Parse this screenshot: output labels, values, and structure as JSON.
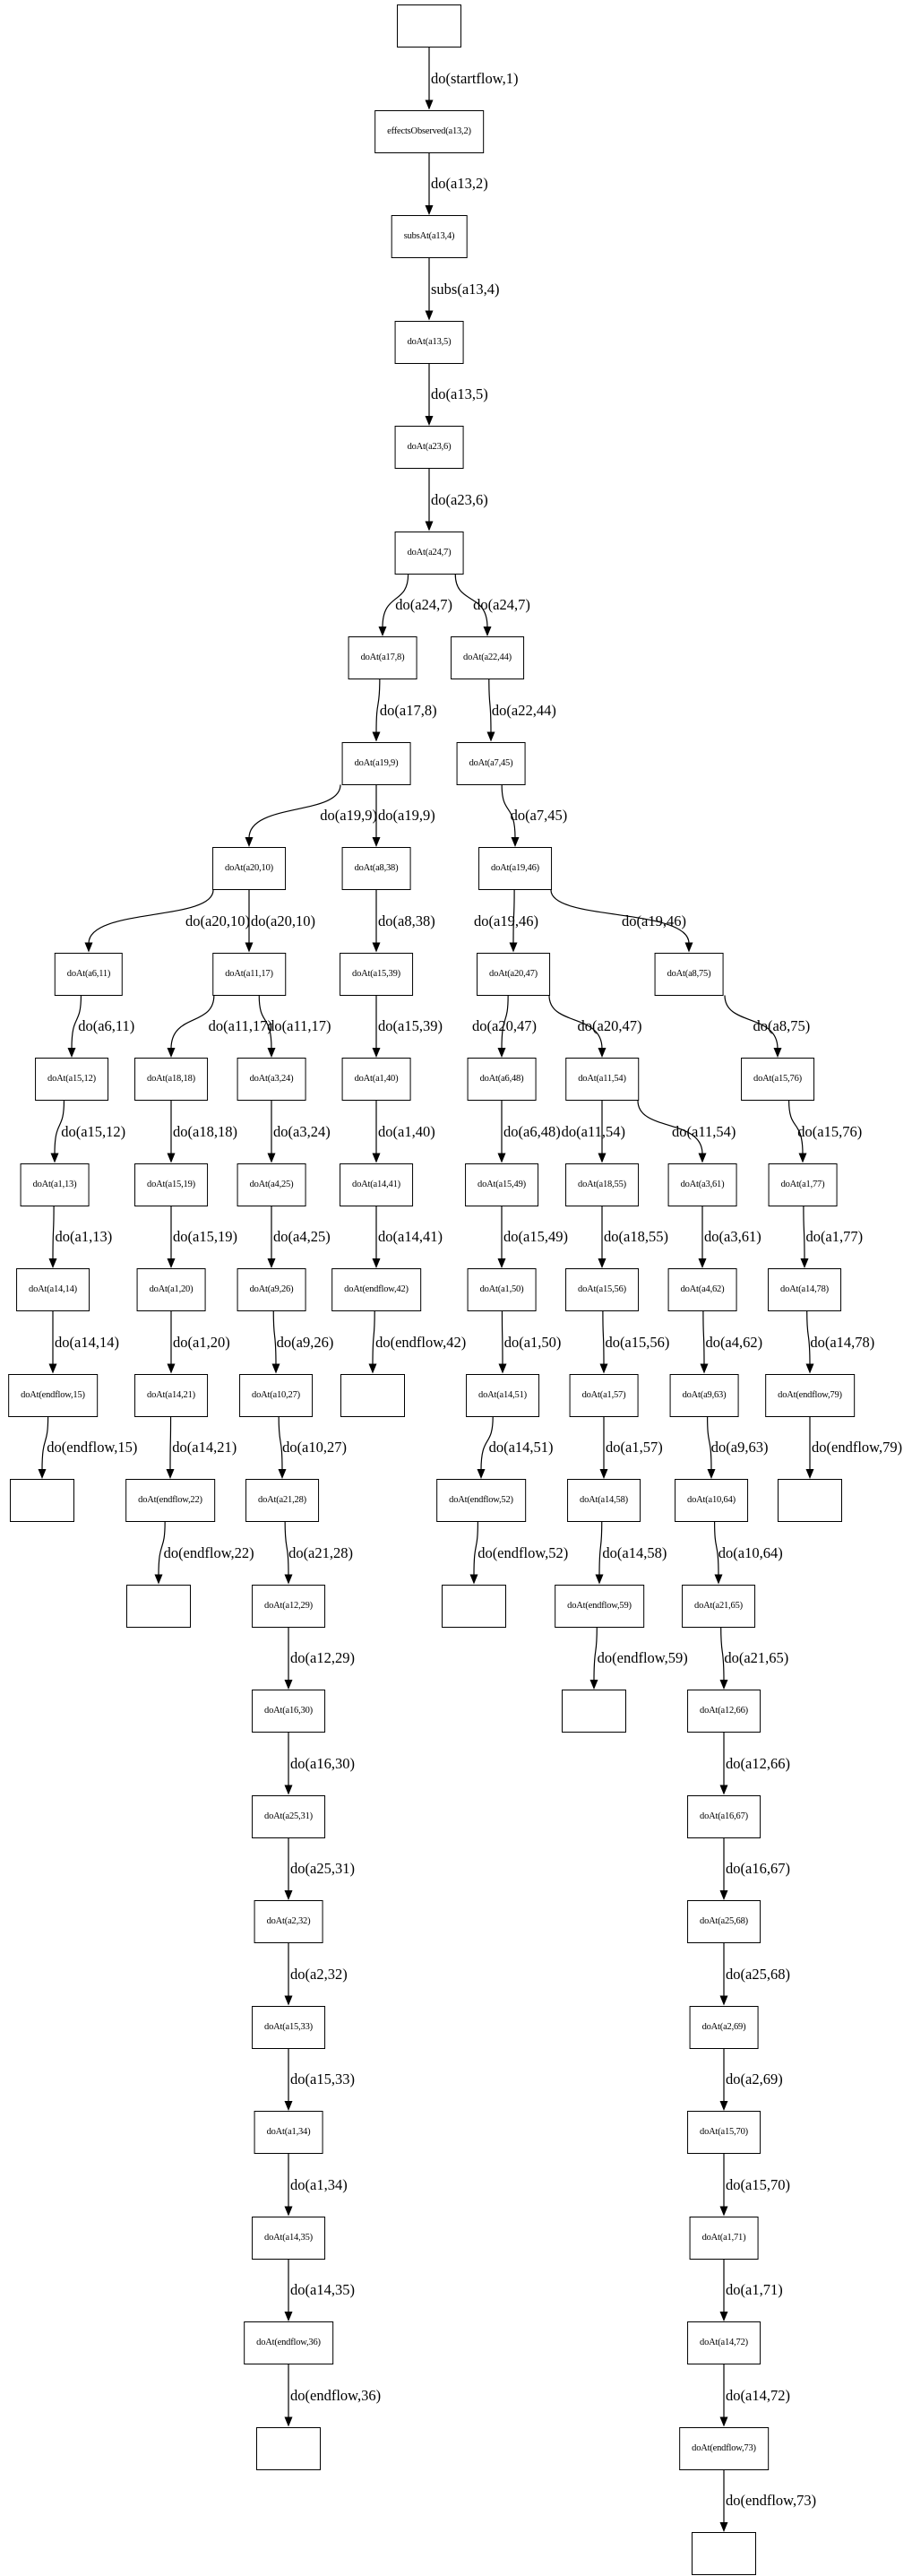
{
  "colors": {
    "stroke": "#000000",
    "background": "#ffffff"
  },
  "nodes": [
    {
      "id": "root",
      "label": "",
      "parent": null,
      "edge_label": null
    },
    {
      "id": "eff",
      "label": "effectsObserved(a13,2)",
      "parent": "root",
      "edge_label": "do(startflow,1)"
    },
    {
      "id": "subs",
      "label": "subsAt(a13,4)",
      "parent": "eff",
      "edge_label": "do(a13,2)"
    },
    {
      "id": "a13_5",
      "label": "doAt(a13,5)",
      "parent": "subs",
      "edge_label": "subs(a13,4)"
    },
    {
      "id": "a23_6",
      "label": "doAt(a23,6)",
      "parent": "a13_5",
      "edge_label": "do(a13,5)"
    },
    {
      "id": "a24_7",
      "label": "doAt(a24,7)",
      "parent": "a23_6",
      "edge_label": "do(a23,6)"
    },
    {
      "id": "a17_8",
      "label": "doAt(a17,8)",
      "parent": "a24_7",
      "edge_label": "do(a24,7)"
    },
    {
      "id": "a22_44",
      "label": "doAt(a22,44)",
      "parent": "a24_7",
      "edge_label": "do(a24,7)"
    },
    {
      "id": "a19_9",
      "label": "doAt(a19,9)",
      "parent": "a17_8",
      "edge_label": "do(a17,8)"
    },
    {
      "id": "a7_45",
      "label": "doAt(a7,45)",
      "parent": "a22_44",
      "edge_label": "do(a22,44)"
    },
    {
      "id": "a20_10",
      "label": "doAt(a20,10)",
      "parent": "a19_9",
      "edge_label": "do(a19,9)"
    },
    {
      "id": "a8_38",
      "label": "doAt(a8,38)",
      "parent": "a19_9",
      "edge_label": "do(a19,9)"
    },
    {
      "id": "a19_46",
      "label": "doAt(a19,46)",
      "parent": "a7_45",
      "edge_label": "do(a7,45)"
    },
    {
      "id": "a6_11",
      "label": "doAt(a6,11)",
      "parent": "a20_10",
      "edge_label": "do(a20,10)"
    },
    {
      "id": "a11_17",
      "label": "doAt(a11,17)",
      "parent": "a20_10",
      "edge_label": "do(a20,10)"
    },
    {
      "id": "a15_39",
      "label": "doAt(a15,39)",
      "parent": "a8_38",
      "edge_label": "do(a8,38)"
    },
    {
      "id": "a20_47",
      "label": "doAt(a20,47)",
      "parent": "a19_46",
      "edge_label": "do(a19,46)"
    },
    {
      "id": "a8_75",
      "label": "doAt(a8,75)",
      "parent": "a19_46",
      "edge_label": "do(a19,46)"
    },
    {
      "id": "a15_12",
      "label": "doAt(a15,12)",
      "parent": "a6_11",
      "edge_label": "do(a6,11)"
    },
    {
      "id": "a18_18",
      "label": "doAt(a18,18)",
      "parent": "a11_17",
      "edge_label": "do(a11,17)"
    },
    {
      "id": "a3_24",
      "label": "doAt(a3,24)",
      "parent": "a11_17",
      "edge_label": "do(a11,17)"
    },
    {
      "id": "a1_40",
      "label": "doAt(a1,40)",
      "parent": "a15_39",
      "edge_label": "do(a15,39)"
    },
    {
      "id": "a6_48",
      "label": "doAt(a6,48)",
      "parent": "a20_47",
      "edge_label": "do(a20,47)"
    },
    {
      "id": "a11_54",
      "label": "doAt(a11,54)",
      "parent": "a20_47",
      "edge_label": "do(a20,47)"
    },
    {
      "id": "a15_76",
      "label": "doAt(a15,76)",
      "parent": "a8_75",
      "edge_label": "do(a8,75)"
    },
    {
      "id": "a1_13",
      "label": "doAt(a1,13)",
      "parent": "a15_12",
      "edge_label": "do(a15,12)"
    },
    {
      "id": "a15_19",
      "label": "doAt(a15,19)",
      "parent": "a18_18",
      "edge_label": "do(a18,18)"
    },
    {
      "id": "a4_25",
      "label": "doAt(a4,25)",
      "parent": "a3_24",
      "edge_label": "do(a3,24)"
    },
    {
      "id": "a14_41",
      "label": "doAt(a14,41)",
      "parent": "a1_40",
      "edge_label": "do(a1,40)"
    },
    {
      "id": "a15_49",
      "label": "doAt(a15,49)",
      "parent": "a6_48",
      "edge_label": "do(a6,48)"
    },
    {
      "id": "a18_55",
      "label": "doAt(a18,55)",
      "parent": "a11_54",
      "edge_label": "do(a11,54)"
    },
    {
      "id": "a3_61",
      "label": "doAt(a3,61)",
      "parent": "a11_54",
      "edge_label": "do(a11,54)"
    },
    {
      "id": "a1_77",
      "label": "doAt(a1,77)",
      "parent": "a15_76",
      "edge_label": "do(a15,76)"
    },
    {
      "id": "a14_14",
      "label": "doAt(a14,14)",
      "parent": "a1_13",
      "edge_label": "do(a1,13)"
    },
    {
      "id": "a1_20",
      "label": "doAt(a1,20)",
      "parent": "a15_19",
      "edge_label": "do(a15,19)"
    },
    {
      "id": "a9_26",
      "label": "doAt(a9,26)",
      "parent": "a4_25",
      "edge_label": "do(a4,25)"
    },
    {
      "id": "ef42",
      "label": "doAt(endflow,42)",
      "parent": "a14_41",
      "edge_label": "do(a14,41)"
    },
    {
      "id": "a1_50",
      "label": "doAt(a1,50)",
      "parent": "a15_49",
      "edge_label": "do(a15,49)"
    },
    {
      "id": "a15_56",
      "label": "doAt(a15,56)",
      "parent": "a18_55",
      "edge_label": "do(a18,55)"
    },
    {
      "id": "a4_62",
      "label": "doAt(a4,62)",
      "parent": "a3_61",
      "edge_label": "do(a3,61)"
    },
    {
      "id": "a14_78",
      "label": "doAt(a14,78)",
      "parent": "a1_77",
      "edge_label": "do(a1,77)"
    },
    {
      "id": "ef15",
      "label": "doAt(endflow,15)",
      "parent": "a14_14",
      "edge_label": "do(a14,14)"
    },
    {
      "id": "a14_21",
      "label": "doAt(a14,21)",
      "parent": "a1_20",
      "edge_label": "do(a1,20)"
    },
    {
      "id": "a10_27",
      "label": "doAt(a10,27)",
      "parent": "a9_26",
      "edge_label": "do(a9,26)"
    },
    {
      "id": "b42",
      "label": "",
      "parent": "ef42",
      "edge_label": "do(endflow,42)"
    },
    {
      "id": "a14_51",
      "label": "doAt(a14,51)",
      "parent": "a1_50",
      "edge_label": "do(a1,50)"
    },
    {
      "id": "a1_57",
      "label": "doAt(a1,57)",
      "parent": "a15_56",
      "edge_label": "do(a15,56)"
    },
    {
      "id": "a9_63",
      "label": "doAt(a9,63)",
      "parent": "a4_62",
      "edge_label": "do(a4,62)"
    },
    {
      "id": "ef79",
      "label": "doAt(endflow,79)",
      "parent": "a14_78",
      "edge_label": "do(a14,78)"
    },
    {
      "id": "b15",
      "label": "",
      "parent": "ef15",
      "edge_label": "do(endflow,15)"
    },
    {
      "id": "ef22",
      "label": "doAt(endflow,22)",
      "parent": "a14_21",
      "edge_label": "do(a14,21)"
    },
    {
      "id": "a21_28",
      "label": "doAt(a21,28)",
      "parent": "a10_27",
      "edge_label": "do(a10,27)"
    },
    {
      "id": "ef52",
      "label": "doAt(endflow,52)",
      "parent": "a14_51",
      "edge_label": "do(a14,51)"
    },
    {
      "id": "a14_58",
      "label": "doAt(a14,58)",
      "parent": "a1_57",
      "edge_label": "do(a1,57)"
    },
    {
      "id": "a10_64",
      "label": "doAt(a10,64)",
      "parent": "a9_63",
      "edge_label": "do(a9,63)"
    },
    {
      "id": "b79",
      "label": "",
      "parent": "ef79",
      "edge_label": "do(endflow,79)"
    },
    {
      "id": "b22",
      "label": "",
      "parent": "ef22",
      "edge_label": "do(endflow,22)"
    },
    {
      "id": "a12_29",
      "label": "doAt(a12,29)",
      "parent": "a21_28",
      "edge_label": "do(a21,28)"
    },
    {
      "id": "b52",
      "label": "",
      "parent": "ef52",
      "edge_label": "do(endflow,52)"
    },
    {
      "id": "ef59",
      "label": "doAt(endflow,59)",
      "parent": "a14_58",
      "edge_label": "do(a14,58)"
    },
    {
      "id": "a21_65",
      "label": "doAt(a21,65)",
      "parent": "a10_64",
      "edge_label": "do(a10,64)"
    },
    {
      "id": "a16_30",
      "label": "doAt(a16,30)",
      "parent": "a12_29",
      "edge_label": "do(a12,29)"
    },
    {
      "id": "b59",
      "label": "",
      "parent": "ef59",
      "edge_label": "do(endflow,59)"
    },
    {
      "id": "a12_66",
      "label": "doAt(a12,66)",
      "parent": "a21_65",
      "edge_label": "do(a21,65)"
    },
    {
      "id": "a25_31",
      "label": "doAt(a25,31)",
      "parent": "a16_30",
      "edge_label": "do(a16,30)"
    },
    {
      "id": "a16_67",
      "label": "doAt(a16,67)",
      "parent": "a12_66",
      "edge_label": "do(a12,66)"
    },
    {
      "id": "a2_32",
      "label": "doAt(a2,32)",
      "parent": "a25_31",
      "edge_label": "do(a25,31)"
    },
    {
      "id": "a25_68",
      "label": "doAt(a25,68)",
      "parent": "a16_67",
      "edge_label": "do(a16,67)"
    },
    {
      "id": "a15_33",
      "label": "doAt(a15,33)",
      "parent": "a2_32",
      "edge_label": "do(a2,32)"
    },
    {
      "id": "a2_69",
      "label": "doAt(a2,69)",
      "parent": "a25_68",
      "edge_label": "do(a25,68)"
    },
    {
      "id": "a1_34",
      "label": "doAt(a1,34)",
      "parent": "a15_33",
      "edge_label": "do(a15,33)"
    },
    {
      "id": "a15_70",
      "label": "doAt(a15,70)",
      "parent": "a2_69",
      "edge_label": "do(a2,69)"
    },
    {
      "id": "a14_35",
      "label": "doAt(a14,35)",
      "parent": "a1_34",
      "edge_label": "do(a1,34)"
    },
    {
      "id": "a1_71",
      "label": "doAt(a1,71)",
      "parent": "a15_70",
      "edge_label": "do(a15,70)"
    },
    {
      "id": "ef36",
      "label": "doAt(endflow,36)",
      "parent": "a14_35",
      "edge_label": "do(a14,35)"
    },
    {
      "id": "a14_72",
      "label": "doAt(a14,72)",
      "parent": "a1_71",
      "edge_label": "do(a1,71)"
    },
    {
      "id": "b36",
      "label": "",
      "parent": "ef36",
      "edge_label": "do(endflow,36)"
    },
    {
      "id": "ef73",
      "label": "doAt(endflow,73)",
      "parent": "a14_72",
      "edge_label": "do(a14,72)"
    },
    {
      "id": "b73",
      "label": "",
      "parent": "ef73",
      "edge_label": "do(endflow,73)"
    }
  ]
}
